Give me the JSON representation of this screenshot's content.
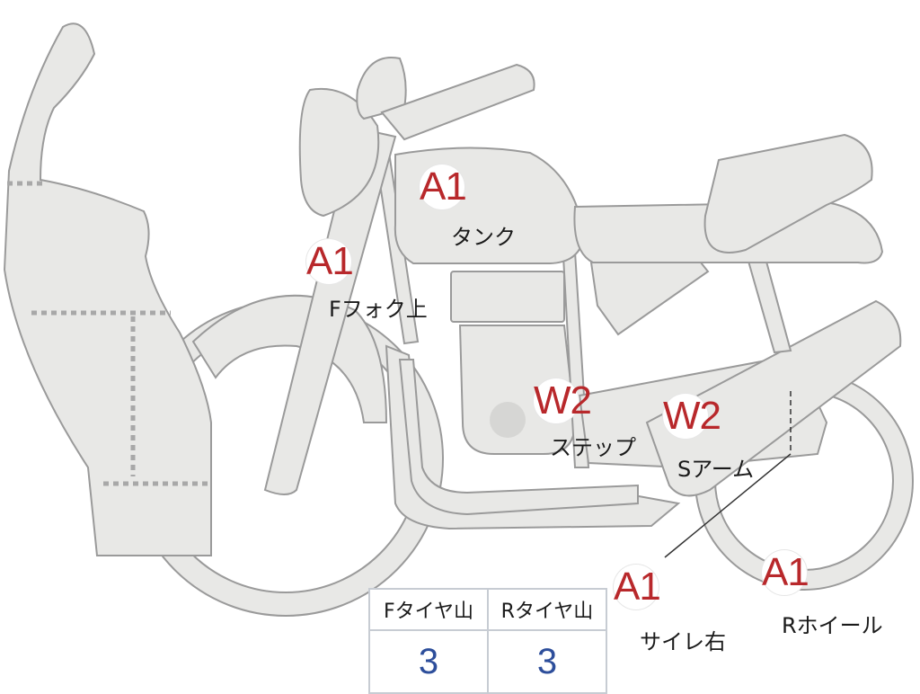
{
  "badges": {
    "tank": "A1",
    "ffork": "A1",
    "step": "W2",
    "sarm": "W2",
    "muffler": "A1",
    "rwheel": "A1"
  },
  "labels": {
    "tank": "タンク",
    "ffork": "Fフォク上",
    "step": "ステップ",
    "sarm": "Sアーム",
    "muffler": "サイレ右",
    "rwheel": "Rホイール"
  },
  "tread_table": {
    "headers": [
      "Fタイヤ山",
      "Rタイヤ山"
    ],
    "values": [
      "3",
      "3"
    ]
  },
  "colors": {
    "part_fill": "#e8e8e6",
    "part_stroke": "#9a9a9a",
    "badge_text": "#b8282b",
    "value_text": "#2d4e9b"
  }
}
